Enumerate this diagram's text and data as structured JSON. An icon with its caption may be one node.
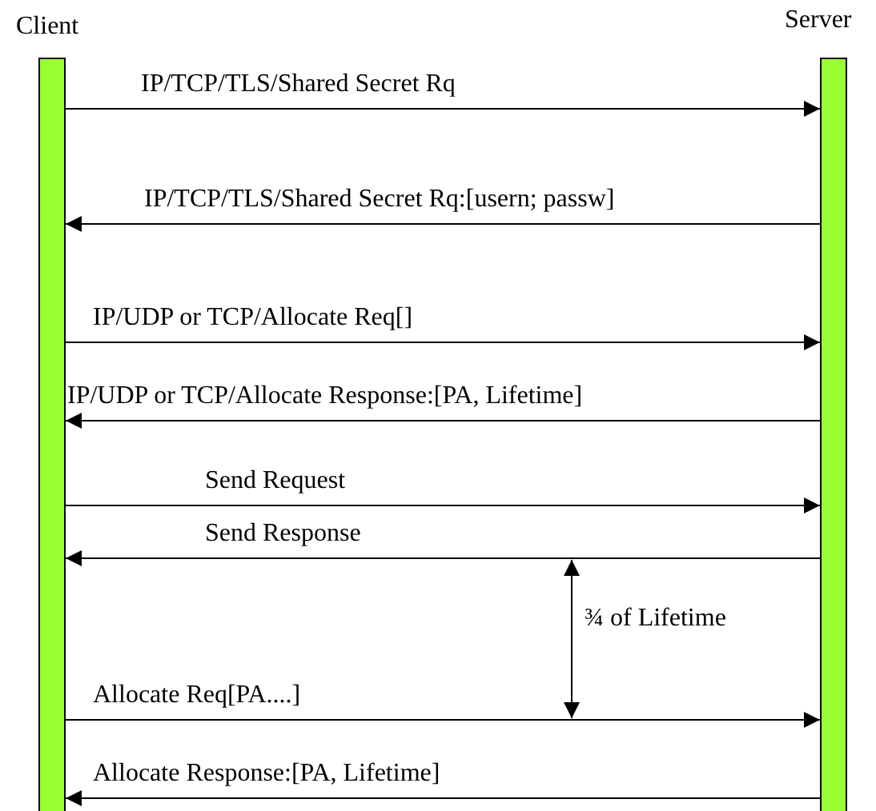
{
  "diagram": {
    "nodes": [
      {
        "text": [
          "Client"
        ]
      },
      {
        "text": [
          "Server"
        ]
      }
    ],
    "edges": [
      {
        "from": 0,
        "to": 1,
        "arrow": "to",
        "label": "IP/TCP/TLS/Shared Secret Rq"
      },
      {
        "from": 1,
        "to": 0,
        "arrow": "to",
        "label": "IP/TCP/TLS/Shared Secret Rq:[usern; passw]"
      },
      {
        "from": 0,
        "to": 1,
        "arrow": "to",
        "label": "IP/UDP or TCP/Allocate Req[]"
      },
      {
        "from": 1,
        "to": 0,
        "arrow": "to",
        "label": "IP/UDP or TCP/Allocate Response:[PA, Lifetime]"
      },
      {
        "from": 0,
        "to": 1,
        "arrow": "to",
        "label": "Send Request"
      },
      {
        "from": 1,
        "to": 0,
        "arrow": "to",
        "label": "Send Response"
      },
      {
        "from": 0,
        "to": 1,
        "arrow": "to",
        "label": "Allocate Req[PA....]"
      },
      {
        "from": 1,
        "to": 0,
        "arrow": "to",
        "label": "Allocate Response:[PA, Lifetime]"
      }
    ],
    "labels": [
      "¾ of Lifetime"
    ]
  }
}
